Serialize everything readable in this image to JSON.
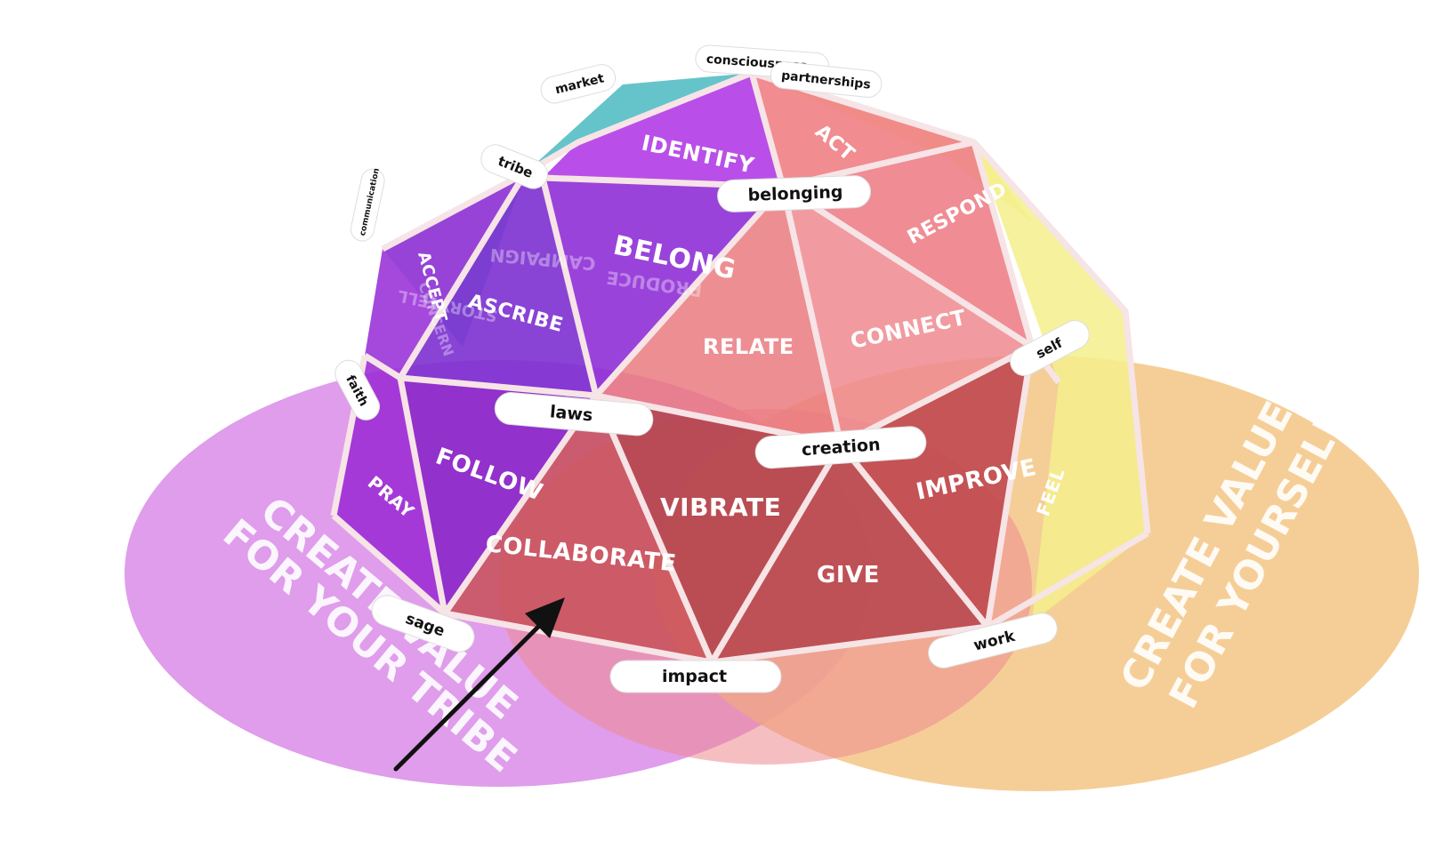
{
  "colors": {
    "tribe_ellipse": "#d98ce8",
    "self_ellipse": "#f3c585",
    "purple_panel": "#a02de0",
    "pink_panel": "#ef7f85",
    "dark_panel": "#b4444c",
    "teal_panel": "#3fb5bd",
    "yellow_panel": "#f4ef8c",
    "frame": "#f6e4e6",
    "arrow": "#111111"
  },
  "zones": {
    "tribe": "CREATE VALUE FOR YOUR TRIBE",
    "tribe_line1": "CREATE VALUE",
    "tribe_line2": "FOR YOUR TRIBE",
    "self": "CREATE VALUE FOR YOURSELF",
    "self_line1": "CREATE VALUE",
    "self_line2": "FOR YOURSELF"
  },
  "panels": {
    "identify": "IDENTIFY",
    "act": "ACT",
    "belong": "BELONG",
    "respond": "RESPOND",
    "ascribe": "ASCRIBE",
    "accept": "ACCEPT",
    "relate": "RELATE",
    "connect": "CONNECT",
    "follow": "FOLLOW",
    "pray": "PRAY",
    "vibrate": "VIBRATE",
    "improve": "IMPROVE",
    "collaborate": "COLLABORATE",
    "give": "GIVE",
    "feel": "FEEL"
  },
  "ghost_text": {
    "campaign": "CAMPAIGN",
    "produce": "PRODUCE",
    "storytell": "STORYTELL",
    "concern": "CONCERN"
  },
  "tags": {
    "consciousness": "consciousness",
    "partnerships": "partnerships",
    "market": "market",
    "tribe": "tribe",
    "belonging": "belonging",
    "communication": "communication",
    "faith": "faith",
    "laws": "laws",
    "self": "self",
    "creation": "creation",
    "sage": "sage",
    "impact": "impact",
    "work": "work"
  }
}
